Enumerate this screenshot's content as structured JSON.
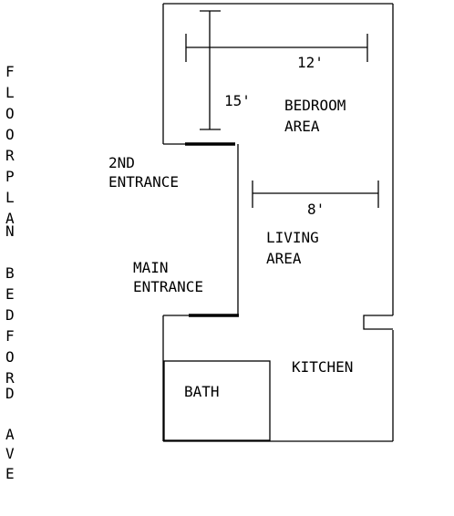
{
  "side_title": [
    "F",
    "L",
    "O",
    "O",
    "R",
    "P",
    "L",
    "A",
    "N",
    "",
    "B",
    "E",
    "D",
    "F",
    "O",
    "R",
    "D",
    "",
    "A",
    "V",
    "E"
  ],
  "rooms": {
    "bedroom": [
      "BEDROOM",
      "AREA"
    ],
    "living": [
      "LIVING",
      "AREA"
    ],
    "kitchen": "KITCHEN",
    "bath": "BATH"
  },
  "entrances": {
    "second": [
      "2ND",
      "ENTRANCE"
    ],
    "main": [
      "MAIN",
      "ENTRANCE"
    ]
  },
  "dimensions": {
    "bedroom_width": "12'",
    "bedroom_length": "15'",
    "living_width": "8'"
  }
}
